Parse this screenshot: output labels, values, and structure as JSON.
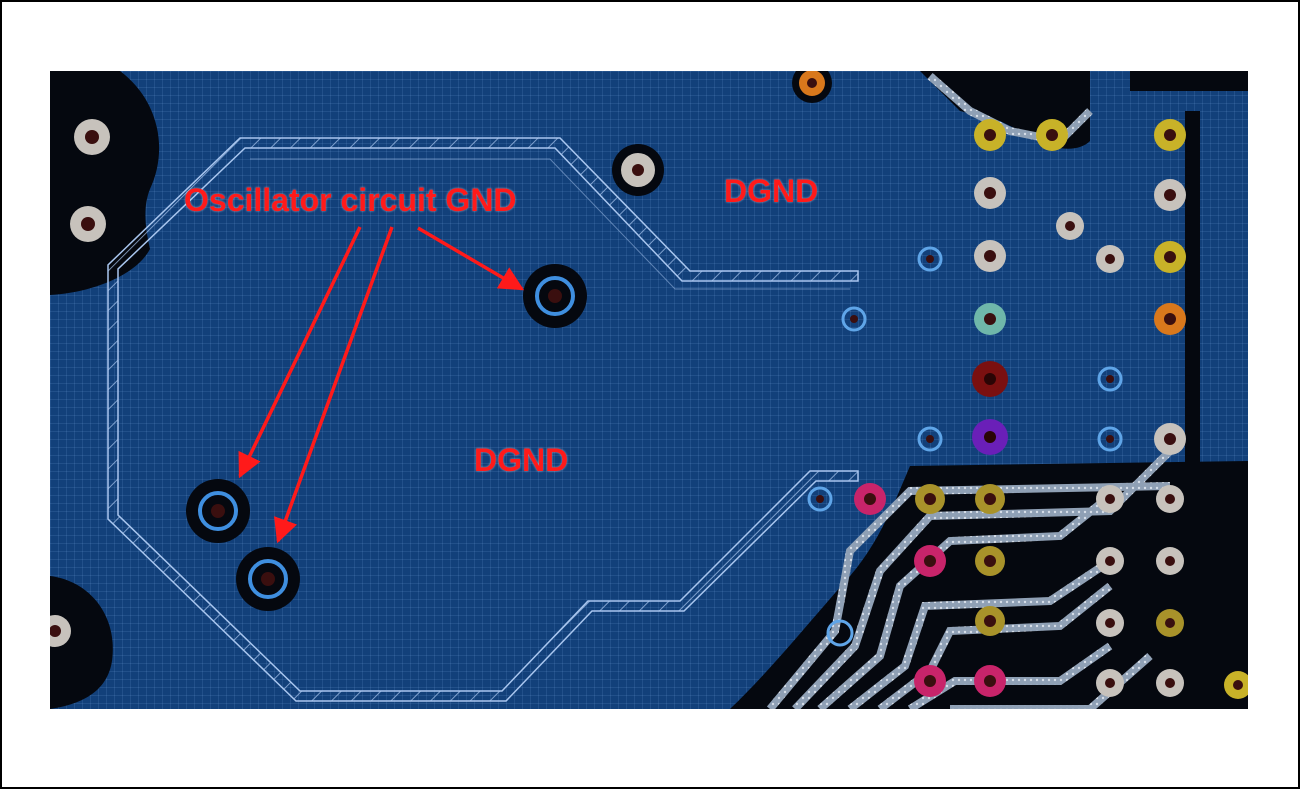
{
  "labels": {
    "oscillator_gnd": "Oscillator circuit GND",
    "dgnd_top": "DGND",
    "dgnd_bottom": "DGND"
  },
  "colors": {
    "board": "#12407a",
    "copper_void": "#05080f",
    "outline": "#a9c6ef",
    "label": "#ff1a1a",
    "arrow": "#ff1a1a"
  },
  "arrows": {
    "count": 3,
    "target": "oscillator ground vias"
  }
}
